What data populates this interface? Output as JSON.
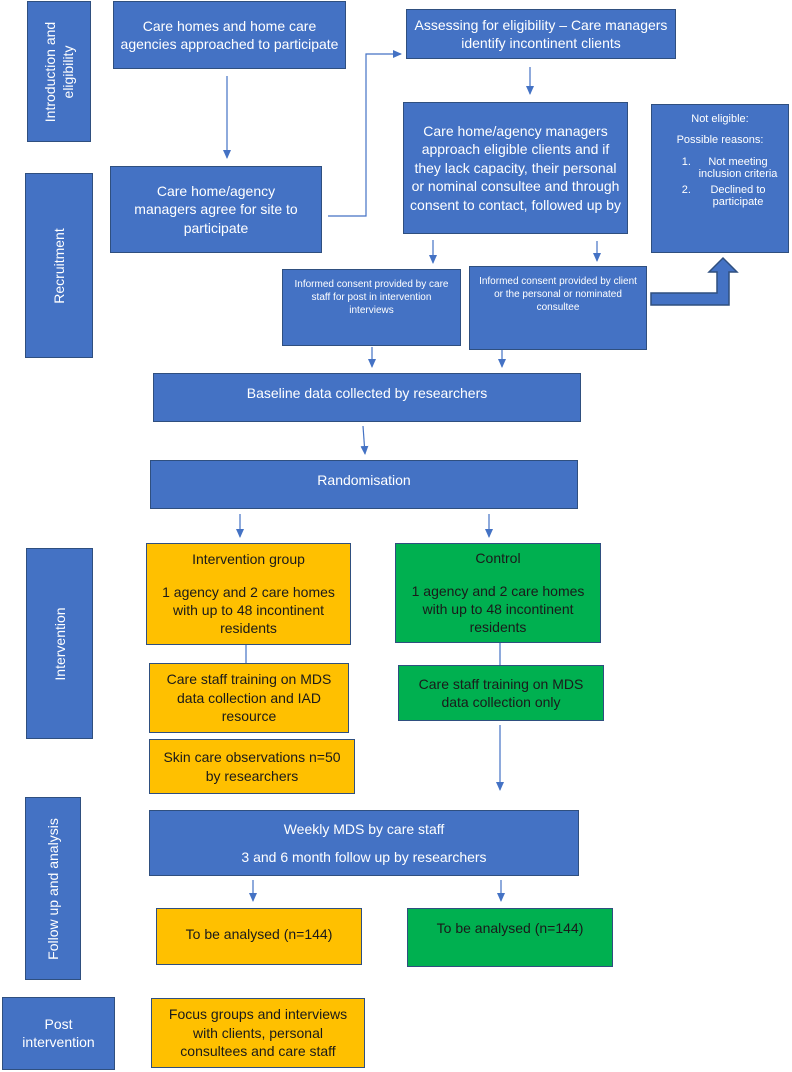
{
  "stages": {
    "intro": "Introduction and eligibility",
    "recruitment": "Recruitment",
    "intervention": "Intervention",
    "followup": "Follow up and analysis",
    "post": "Post intervention"
  },
  "boxes": {
    "approached": "Care homes and home care agencies approached to participate",
    "agree": "Care home/agency managers agree for site  to participate",
    "assessing": "Assessing for eligibility – Care managers identify incontinent clients",
    "approach_clients": "Care home/agency managers approach eligible clients and if they lack capacity, their personal or nominal consultee and through consent to contact, followed up by",
    "consent_staff": "Informed consent provided by care staff for post in intervention interviews",
    "consent_client": "Informed consent provided by client or the personal or nominated consultee",
    "baseline": "Baseline data collected by researchers",
    "randomisation": "Randomisation",
    "intervention_title": "Intervention group",
    "intervention_body": "1 agency and 2 care homes with up to 48 incontinent residents",
    "control_title": "Control",
    "control_body": "1 agency and 2 care homes with up to 48 incontinent residents",
    "training_intervention": "Care staff training on MDS data collection and IAD resource",
    "training_control": "Care staff training on MDS data collection only",
    "skin_care": "Skin care observations n=50 by researchers",
    "weekly_line1": "Weekly MDS by care staff",
    "weekly_line2": "3 and 6 month follow up by researchers",
    "analysed_intervention": "To be analysed (n=144)",
    "analysed_control": "To be analysed (n=144)",
    "focus_groups": "Focus groups and interviews with clients, personal consultees and care staff"
  },
  "not_eligible": {
    "title": "Not eligible:",
    "subtitle": "Possible reasons:",
    "reasons": [
      "Not meeting inclusion criteria",
      "Declined to participate"
    ]
  },
  "colors": {
    "blue": "#4472c4",
    "orange": "#ffc000",
    "green": "#00b050",
    "arrow": "#4472c4"
  }
}
